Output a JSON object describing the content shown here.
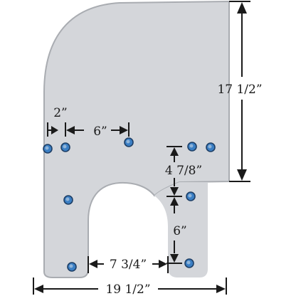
{
  "shape": {
    "fill_color": "#d4d6da",
    "outline_color": "#a9acb1",
    "hole_color": "#3b7fc4"
  },
  "dimensions": {
    "overall_height": "17 1/2”",
    "overall_width": "19 1/2”",
    "hole_spacing_small": "2”",
    "hole_spacing_large": "6”",
    "right_upper_to_notch": "4 7/8”",
    "right_lower_spacing": "6”",
    "notch_width": "7 3/4”"
  }
}
